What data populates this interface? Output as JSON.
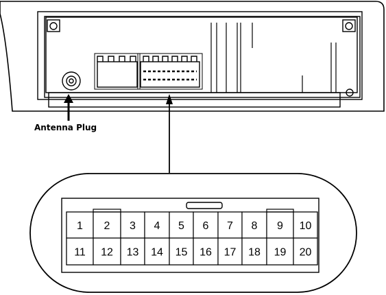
{
  "labels": {
    "antenna_plug": "Antenna Plug"
  },
  "connector": {
    "pins_top": [
      "1",
      "2",
      "3",
      "4",
      "5",
      "6",
      "7",
      "8",
      "9",
      "10"
    ],
    "pins_bottom": [
      "11",
      "12",
      "13",
      "14",
      "15",
      "16",
      "17",
      "18",
      "19",
      "20"
    ]
  }
}
